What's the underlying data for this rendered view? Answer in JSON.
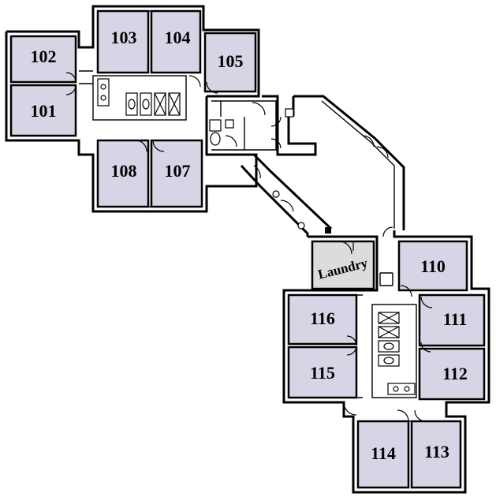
{
  "rooms": {
    "r102": "102",
    "r101": "101",
    "r103": "103",
    "r104": "104",
    "r105": "105",
    "r108": "108",
    "r107": "107",
    "r110": "110",
    "r116": "116",
    "r111": "111",
    "r115": "115",
    "r112": "112",
    "r114": "114",
    "r113": "113",
    "laundry": "Laundry"
  },
  "colors": {
    "room_fill": "#d9d3e6",
    "laundry_fill": "#dcdcdc",
    "wall": "#000000"
  }
}
